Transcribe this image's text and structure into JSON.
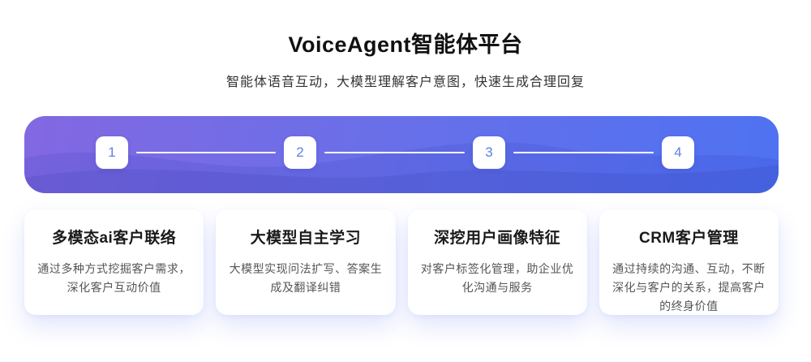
{
  "header": {
    "title": "VoiceAgent智能体平台",
    "subtitle": "智能体语音互动，大模型理解客户意图，快速生成合理回复"
  },
  "banner": {
    "steps": [
      "1",
      "2",
      "3",
      "4"
    ],
    "gradient_start_color": "#8368e1",
    "gradient_end_color": "#4e72f2",
    "step_number_color": "#5f7fe8",
    "connector_color": "#ffffff"
  },
  "cards": [
    {
      "title": "多模态ai客户联络",
      "description": "通过多种方式挖掘客户需求，深化客户互动价值"
    },
    {
      "title": "大模型自主学习",
      "description": "大模型实现问法扩写、答案生成及翻译纠错"
    },
    {
      "title": "深挖用户画像特征",
      "description": "对客户标签化管理，助企业优化沟通与服务"
    },
    {
      "title": "CRM客户管理",
      "description": "通过持续的沟通、互动，不断深化与客户的关系，提高客户的终身价值"
    }
  ]
}
